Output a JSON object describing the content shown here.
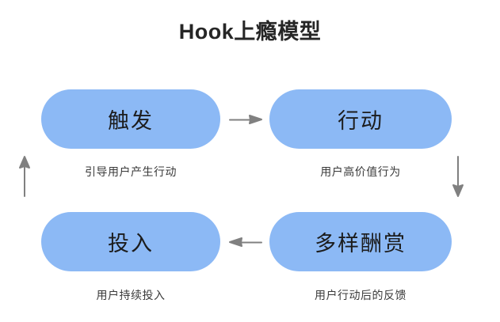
{
  "diagram": {
    "title": "Hook上瘾模型",
    "background_color": "#ffffff",
    "node_color": "#8CB9F5",
    "arrow_color": "#808080",
    "title_color": "#262626",
    "caption_color": "#3a3a3a",
    "nodes": [
      {
        "id": "trigger",
        "label": "触发",
        "caption": "引导用户产生行动",
        "position": "top-left"
      },
      {
        "id": "action",
        "label": "行动",
        "caption": "用户高价值行为",
        "position": "top-right"
      },
      {
        "id": "reward",
        "label": "多样酬赏",
        "caption": "用户行动后的反馈",
        "position": "bottom-right"
      },
      {
        "id": "invest",
        "label": "投入",
        "caption": "用户持续投入",
        "position": "bottom-left"
      }
    ],
    "arrows": [
      {
        "id": "trigger-to-action",
        "direction": "right",
        "icon": "arrow-right-icon"
      },
      {
        "id": "action-to-reward",
        "direction": "down",
        "icon": "arrow-down-icon"
      },
      {
        "id": "reward-to-invest",
        "direction": "left",
        "icon": "arrow-left-icon"
      },
      {
        "id": "invest-to-trigger",
        "direction": "up",
        "icon": "arrow-up-icon"
      }
    ]
  }
}
